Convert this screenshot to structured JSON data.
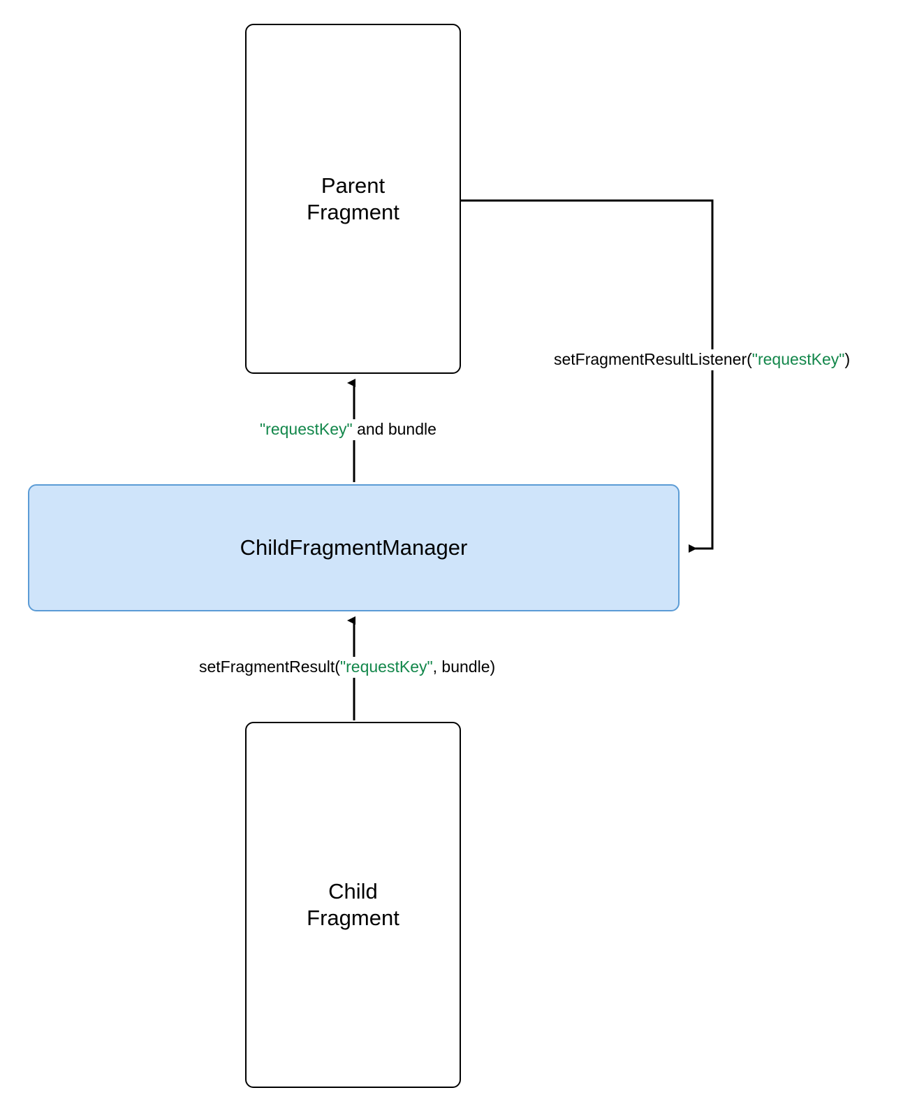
{
  "diagram": {
    "title": "Fragment result passing between parent fragment, child fragment manager, and child fragment",
    "type": "flow-diagram",
    "background_color": "#ffffff",
    "accent_color": "#cfe4fa",
    "accent_border_color": "#5b9bd5",
    "key_text_color": "#13874b",
    "text_color": "#000000"
  },
  "nodes": {
    "parent_fragment": {
      "label": "Parent\nFragment",
      "fill": "#ffffff",
      "stroke": "#000000"
    },
    "child_fragment_manager": {
      "label": "ChildFragmentManager",
      "fill": "#cfe4fa",
      "stroke": "#5b9bd5"
    },
    "child_fragment": {
      "label": "Child\nFragment",
      "fill": "#ffffff",
      "stroke": "#000000"
    }
  },
  "edges": {
    "listener": {
      "prefix": "setFragmentResultListener(",
      "key": "\"requestKey\"",
      "suffix": ")",
      "from": "parent_fragment",
      "to": "child_fragment_manager"
    },
    "result_up": {
      "prefix": "",
      "key": "\"requestKey\"",
      "suffix": " and bundle",
      "from": "child_fragment_manager",
      "to": "parent_fragment"
    },
    "set_result": {
      "prefix": "setFragmentResult(",
      "key": "\"requestKey\"",
      "suffix": ", bundle)",
      "from": "child_fragment",
      "to": "child_fragment_manager"
    }
  }
}
